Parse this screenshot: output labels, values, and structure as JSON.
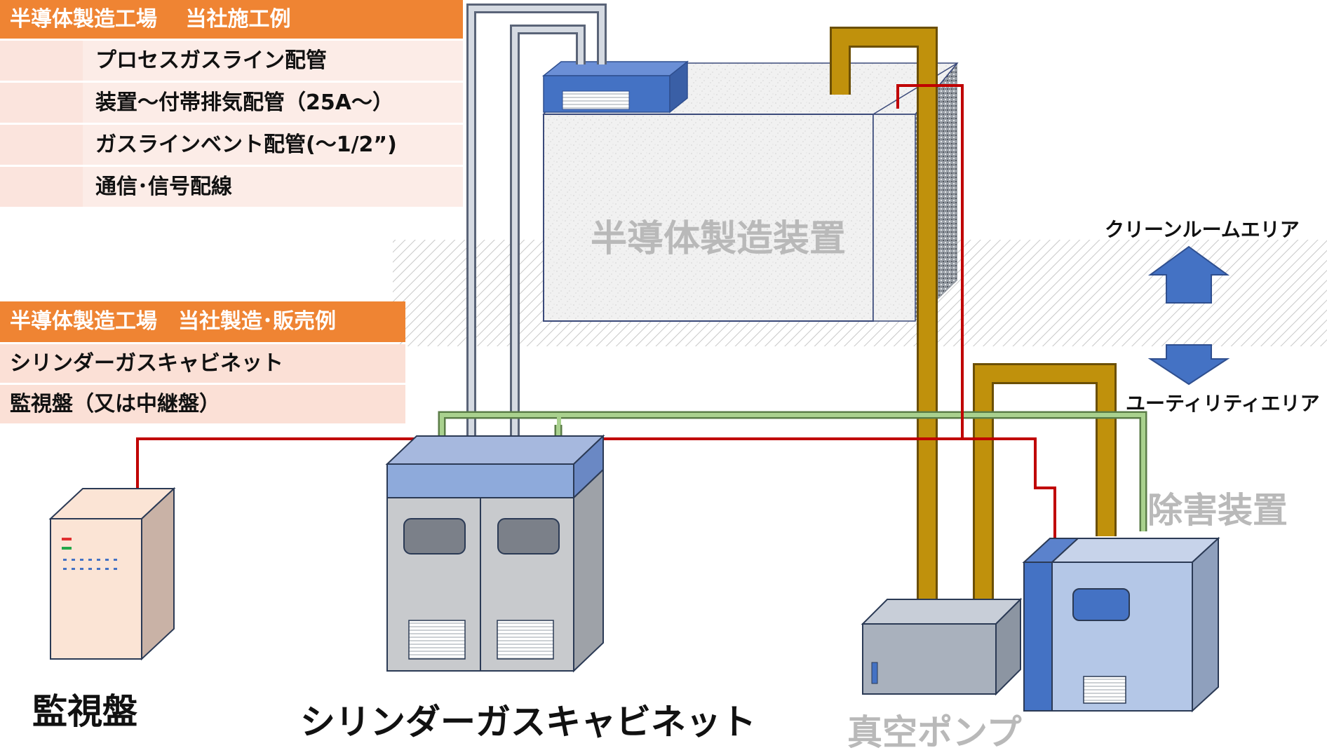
{
  "legend_install": {
    "title": "半導体製造工場　 当社施工例",
    "items": [
      {
        "label": "プロセスガスライン配管",
        "icon": "gray-pipe"
      },
      {
        "label": "装置～付帯排気配管（25A～）",
        "icon": "gold-pipe"
      },
      {
        "label": "ガスラインベント配管(～1/2”)",
        "icon": "green-pipe"
      },
      {
        "label": "通信･信号配線",
        "icon": "red-line"
      }
    ]
  },
  "legend_products": {
    "title": "半導体製造工場　当社製造･販売例",
    "items": [
      "シリンダーガスキャビネット",
      "監視盤（又は中継盤）"
    ]
  },
  "labels": {
    "equipment": "半導体製造装置",
    "cleanroom": "クリーンルームエリア",
    "utility": "ユーティリティエリア",
    "abatement": "除害装置",
    "monitor": "監視盤",
    "cabinet": "シリンダーガスキャビネット",
    "vacuum_pump": "真空ポンプ"
  },
  "colors": {
    "orange": "#ef8433",
    "gray_pipe": "#c9ced6",
    "gold_pipe": "#c0910c",
    "green_pipe": "#a9d18e",
    "red_line": "#c00000",
    "blue": "#4472c4"
  }
}
